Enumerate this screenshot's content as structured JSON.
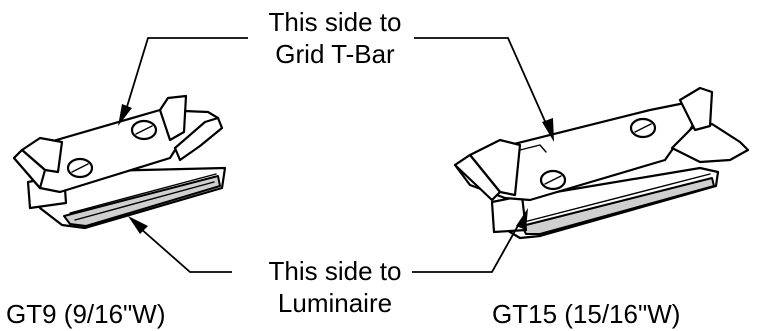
{
  "callouts": {
    "top_line1": "This side to",
    "top_line2": "Grid T-Bar",
    "bottom_line1": "This side to",
    "bottom_line2": "Luminaire"
  },
  "captions": {
    "left": "GT9 (9/16\"W)",
    "right": "GT15 (15/16\"W)"
  },
  "colors": {
    "line": "#000000",
    "background": "#ffffff",
    "shade": "#cfcfcf"
  },
  "icons": {
    "left_part": "gt9-clip-icon",
    "right_part": "gt15-clip-icon",
    "screw": "screw-head-icon"
  }
}
